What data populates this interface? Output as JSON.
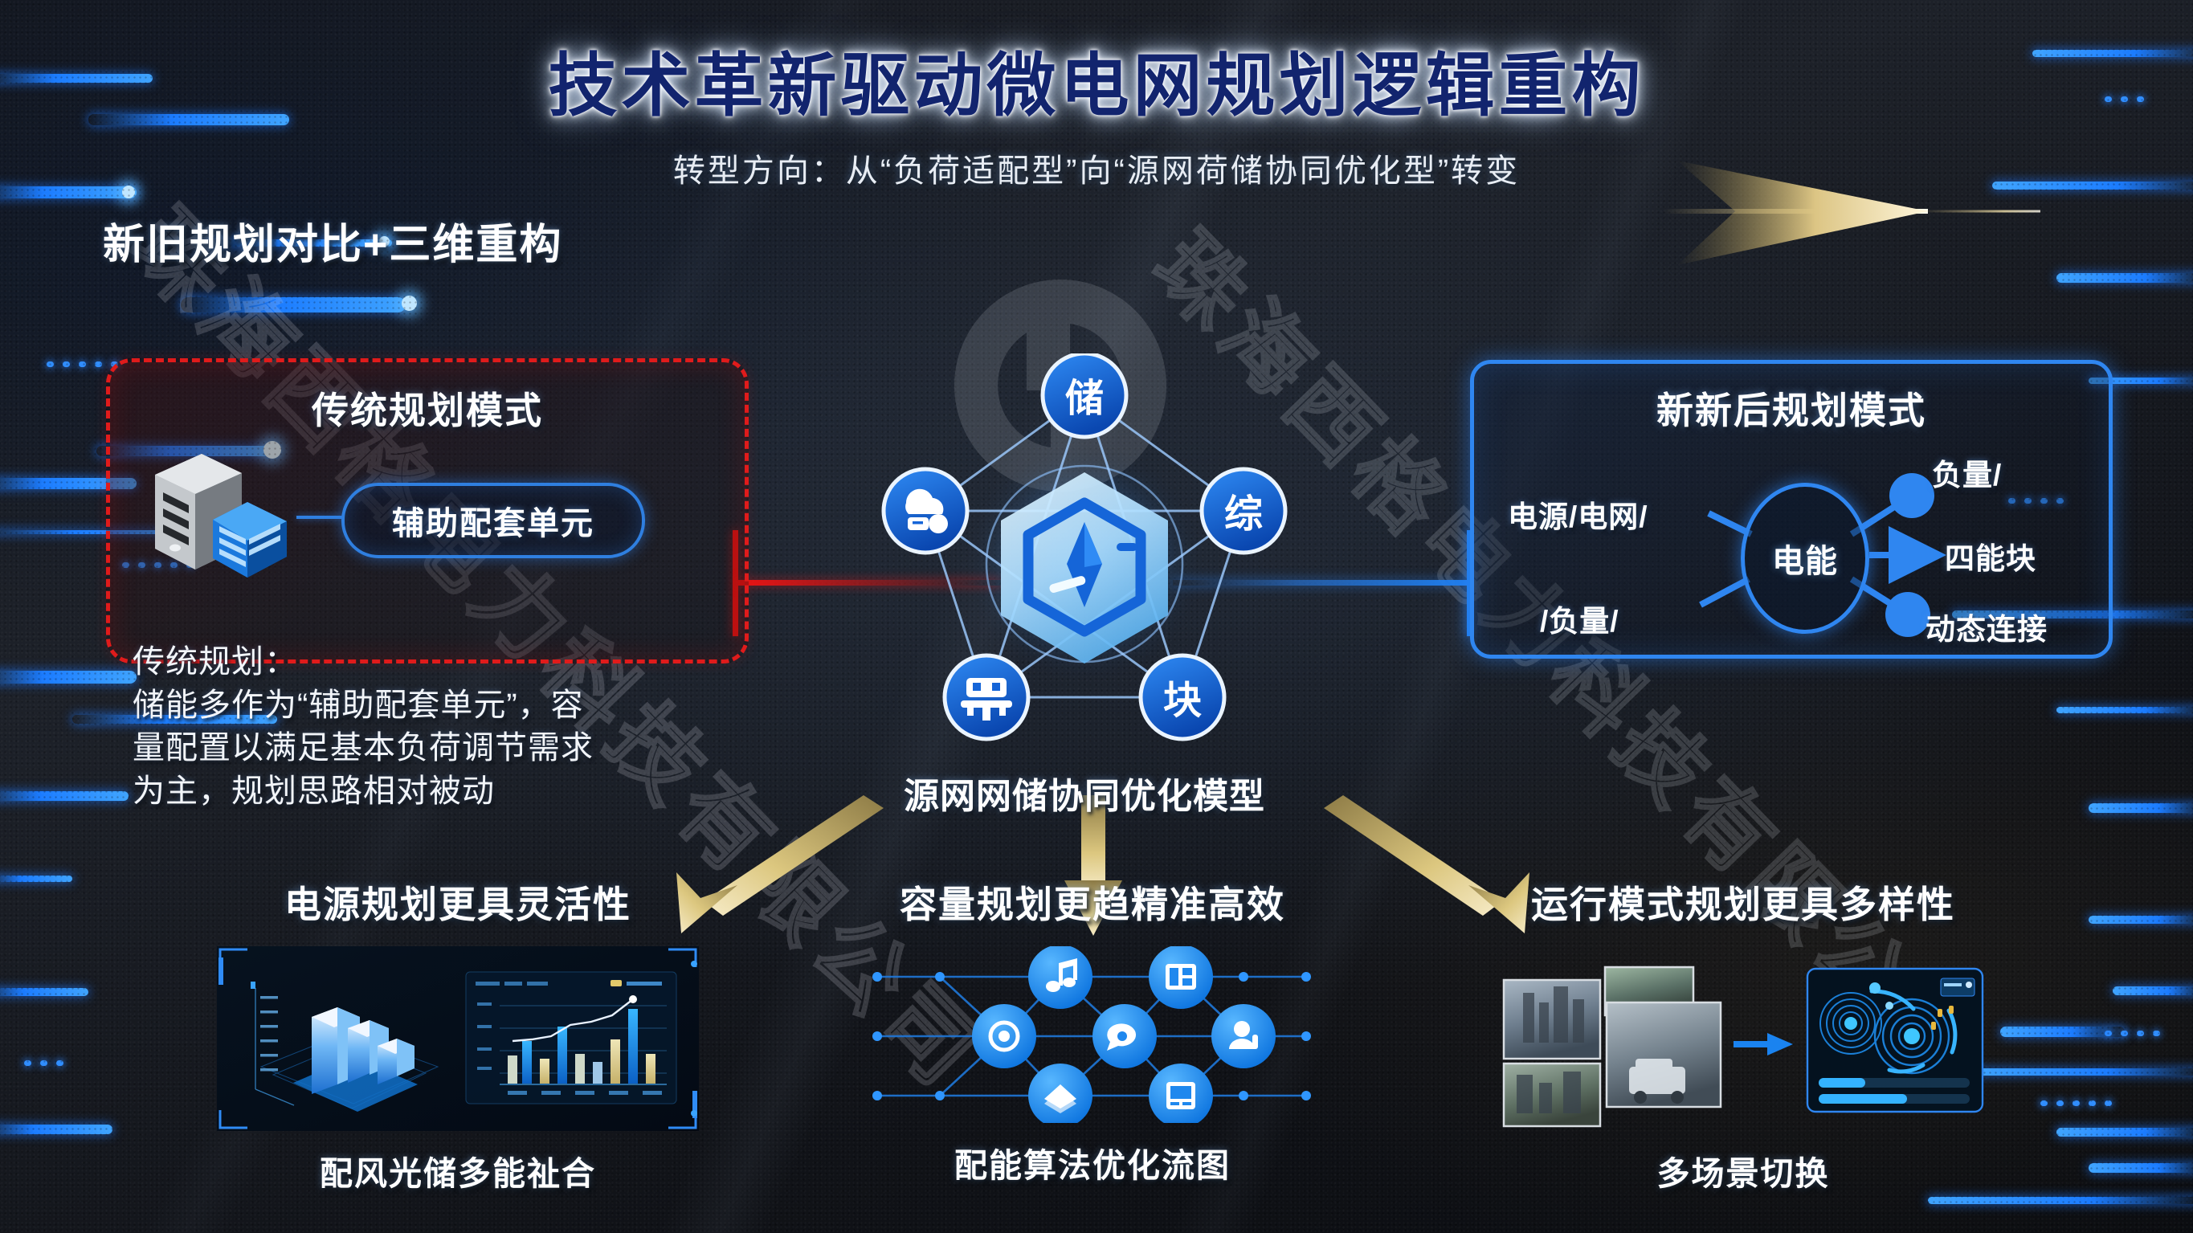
{
  "header": {
    "title": "技术革新驱动微电网规划逻辑重构",
    "subtitle": "转型方向：从“负荷适配型”向“源网荷储协同优化型”转变",
    "section_label": "新旧规划对比+三维重构",
    "arrow_icon": "gold-chevron-arrow-right"
  },
  "old_panel": {
    "title": "传统规划模式",
    "icon": "server-stack-icon",
    "pill_label": "辅助配套单元",
    "body_lines": [
      "传统规划：",
      "储能多作为“辅助配套单元”，容",
      "量配置以满足基本负荷调节需求",
      "为主，规划思路相对被动"
    ],
    "border_color": "#e01b1b"
  },
  "center": {
    "caption": "源网网储协同优化模型",
    "core_icon": "hexagon-cube-core-icon",
    "nodes": [
      {
        "position": "top",
        "label": "储",
        "type": "text"
      },
      {
        "position": "right",
        "label": "综",
        "type": "text"
      },
      {
        "position": "bottom-right",
        "label": "块",
        "type": "text"
      },
      {
        "position": "bottom-left",
        "label": "",
        "type": "icon",
        "icon": "factory-plant-icon"
      },
      {
        "position": "left",
        "label": "",
        "type": "icon",
        "icon": "cloud-server-icon"
      }
    ],
    "node_color": "#1565d8",
    "link_color": "#8fc4ff"
  },
  "new_panel": {
    "title": "新新后规划模式",
    "hub_label": "电能",
    "left_labels": [
      "电源/电网/",
      "/负量/"
    ],
    "right_labels": [
      "负量/",
      "四能块",
      "动态连接"
    ],
    "border_color": "#2f86f0"
  },
  "connectors": {
    "left_line_color": "#f01414",
    "right_line_color": "#1f7ff0",
    "fan_arrow_color": "#e3cd92"
  },
  "cards": [
    {
      "title": "电源规划更具灵活性",
      "caption": "配风光储多能祉合",
      "art": "3d-bar-chart-dashboard"
    },
    {
      "title": "容量规划更趋精准高效",
      "caption": "配能算法优化流图",
      "art": "node-network-flow-diagram"
    },
    {
      "title": "运行模式规划更具多样性",
      "caption": "多场景切换",
      "art": "scene-photos-to-radar-panel"
    }
  ],
  "watermark": {
    "text": "珠海西格电力科技有限公司",
    "logo_icon": "circular-link-logo"
  }
}
